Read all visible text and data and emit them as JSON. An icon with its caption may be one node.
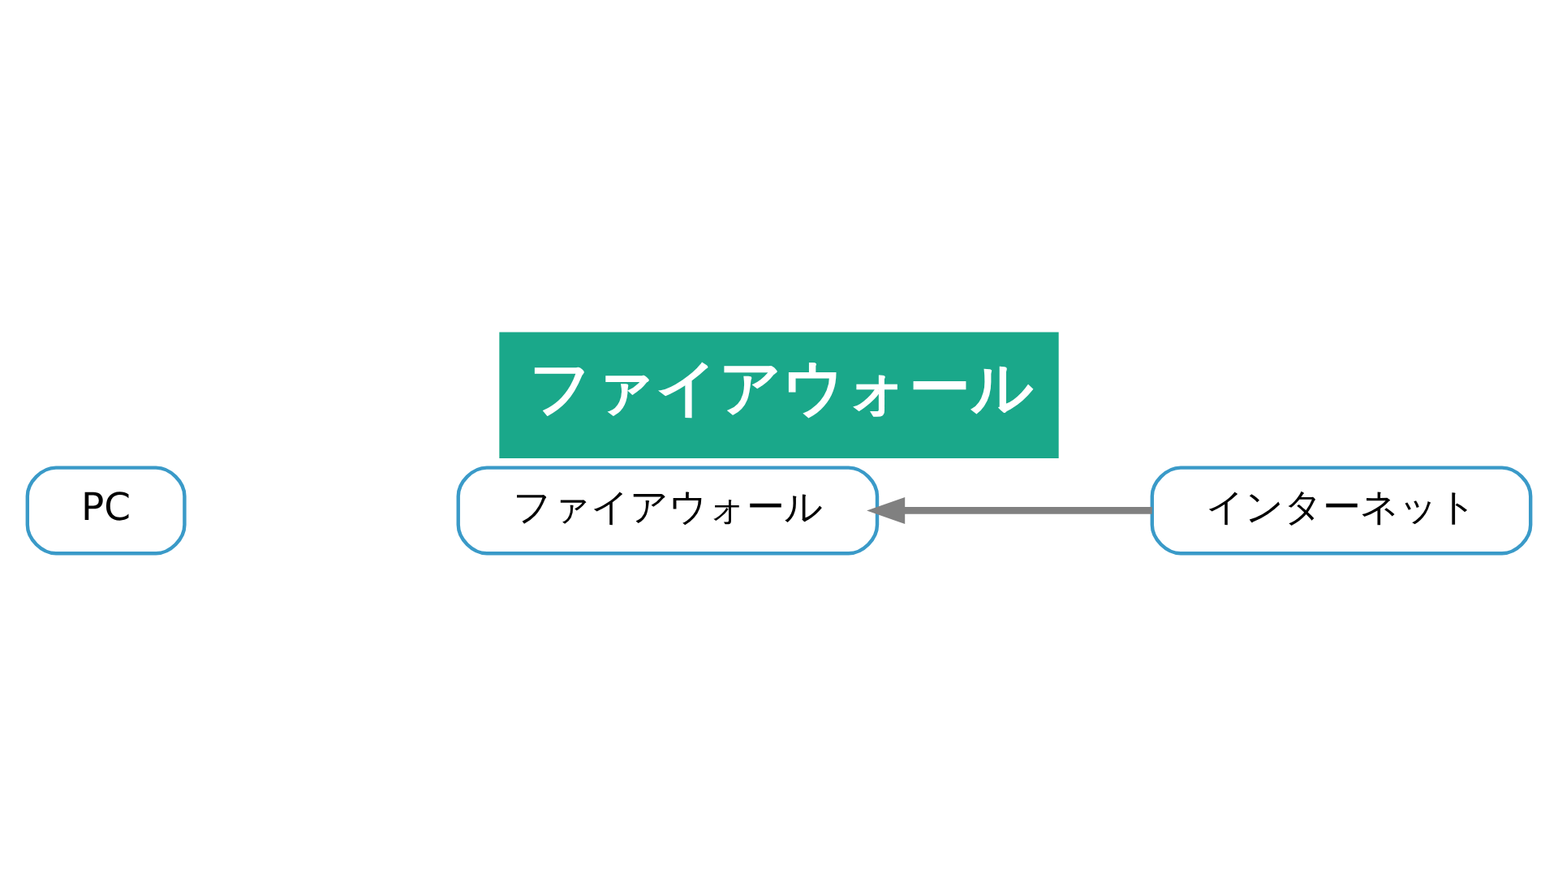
{
  "diagram": {
    "title": "ファイアウォール",
    "nodes": [
      {
        "text": [
          "PC"
        ]
      },
      {
        "text": [
          "ファイアウォール"
        ]
      },
      {
        "text": [
          "インターネット"
        ]
      }
    ],
    "edges": [
      {
        "from": 2,
        "to": 1,
        "arrow": "to"
      }
    ]
  }
}
